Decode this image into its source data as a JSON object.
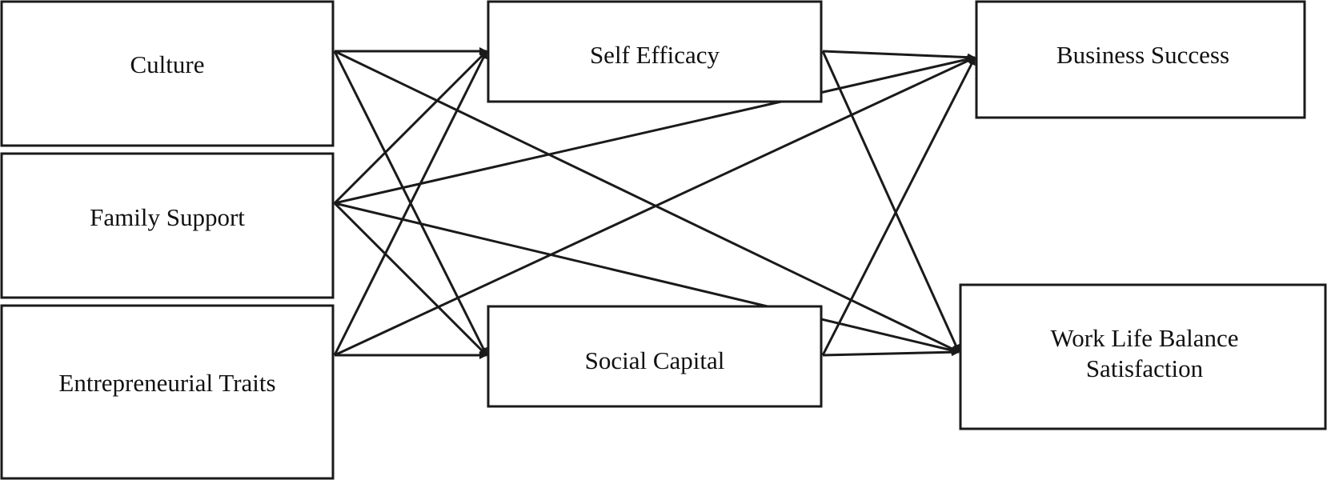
{
  "nodes": {
    "culture": {
      "label": "Culture"
    },
    "family_support": {
      "label": "Family Support"
    },
    "entrepreneurial_traits": {
      "label": "Entrepreneurial Traits"
    },
    "self_efficacy": {
      "label": "Self Efficacy"
    },
    "social_capital": {
      "label": "Social Capital"
    },
    "business_success": {
      "label": "Business Success"
    },
    "work_life_balance": {
      "label_line1": "Work Life Balance",
      "label_line2": "Satisfaction"
    }
  },
  "edges": [
    {
      "from": "culture",
      "to": "self_efficacy"
    },
    {
      "from": "culture",
      "to": "social_capital"
    },
    {
      "from": "culture",
      "to": "work_life_balance"
    },
    {
      "from": "family_support",
      "to": "self_efficacy"
    },
    {
      "from": "family_support",
      "to": "social_capital"
    },
    {
      "from": "family_support",
      "to": "business_success"
    },
    {
      "from": "family_support",
      "to": "work_life_balance"
    },
    {
      "from": "entrepreneurial_traits",
      "to": "self_efficacy"
    },
    {
      "from": "entrepreneurial_traits",
      "to": "social_capital"
    },
    {
      "from": "entrepreneurial_traits",
      "to": "business_success"
    },
    {
      "from": "self_efficacy",
      "to": "business_success"
    },
    {
      "from": "self_efficacy",
      "to": "work_life_balance"
    },
    {
      "from": "social_capital",
      "to": "business_success"
    },
    {
      "from": "social_capital",
      "to": "work_life_balance"
    }
  ],
  "colors": {
    "stroke": "#1a1a1a",
    "background": "#ffffff",
    "text": "#111111"
  }
}
